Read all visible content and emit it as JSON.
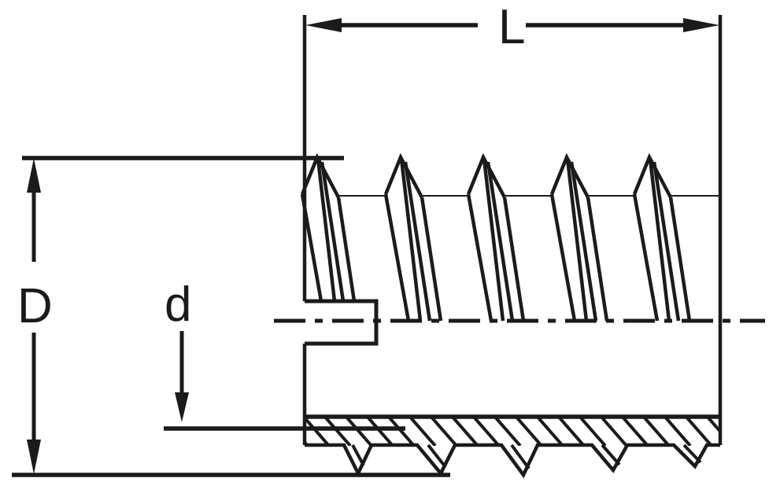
{
  "dimensions": {
    "length": {
      "label": "L"
    },
    "outer_diameter": {
      "label": "D"
    },
    "inner_diameter": {
      "label": "d"
    }
  },
  "colors": {
    "line": "#1b1b1b",
    "background": "#ffffff"
  }
}
